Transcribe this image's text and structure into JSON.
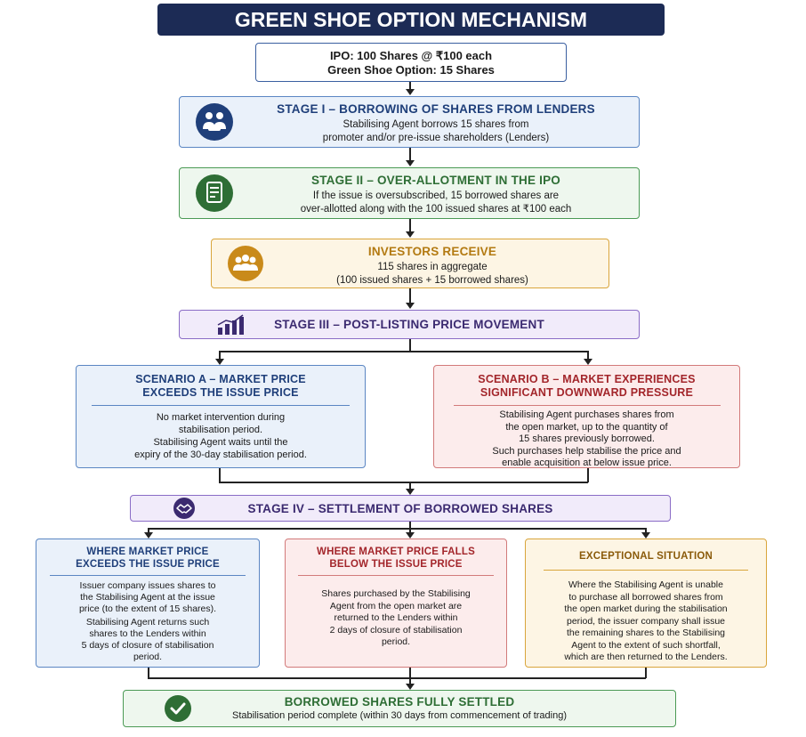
{
  "title": "GREEN SHOE OPTION MECHANISM",
  "ipo": {
    "line1": "IPO: 100 Shares @ ₹100 each",
    "line2": "Green Shoe Option: 15 Shares"
  },
  "stage1": {
    "heading": "STAGE I – BORROWING OF SHARES FROM LENDERS",
    "body1": "Stabilising Agent borrows 15 shares from",
    "body2": "promoter and/or pre-issue shareholders (Lenders)",
    "icon": "people-handshake-icon"
  },
  "stage2": {
    "heading": "STAGE II – OVER-ALLOTMENT IN THE IPO",
    "body1": "If the issue is oversubscribed, 15 borrowed shares are",
    "body2": "over-allotted along with the 100 issued shares at ₹100 each",
    "icon": "document-icon"
  },
  "investors": {
    "heading": "INVESTORS RECEIVE",
    "body1": "115 shares in aggregate",
    "body2": "(100 issued shares + 15 borrowed shares)",
    "icon": "group-icon"
  },
  "stage3": {
    "heading": "STAGE III – POST-LISTING PRICE MOVEMENT",
    "icon": "bar-chart-icon"
  },
  "scenarioA": {
    "heading1": "SCENARIO A – MARKET PRICE",
    "heading2": "EXCEEDS THE ISSUE PRICE",
    "body": [
      "No market intervention during",
      "stabilisation period.",
      "Stabilising Agent waits until the",
      "expiry of the 30-day stabilisation period."
    ]
  },
  "scenarioB": {
    "heading1": "SCENARIO B – MARKET EXPERIENCES",
    "heading2": "SIGNIFICANT DOWNWARD PRESSURE",
    "body": [
      "Stabilising Agent purchases shares from",
      "the open market, up to the quantity of",
      "15 shares previously borrowed.",
      "Such purchases help stabilise the price and",
      "enable acquisition at below issue price."
    ]
  },
  "stage4": {
    "heading": "STAGE IV – SETTLEMENT OF BORROWED SHARES",
    "icon": "handshake-icon"
  },
  "case1": {
    "heading1": "WHERE MARKET PRICE",
    "heading2": "EXCEEDS THE ISSUE PRICE",
    "body": [
      "Issuer company issues shares to",
      "the Stabilising Agent at the issue",
      "price (to the extent of 15 shares).",
      "Stabilising Agent returns such",
      "shares to the Lenders within",
      "5 days of closure of stabilisation",
      "period."
    ]
  },
  "case2": {
    "heading1": "WHERE MARKET PRICE FALLS",
    "heading2": "BELOW THE ISSUE PRICE",
    "body": [
      "Shares purchased by the Stabilising",
      "Agent from the open market are",
      "returned to the Lenders within",
      "2 days of closure of stabilisation",
      "period."
    ]
  },
  "case3": {
    "heading1": "EXCEPTIONAL SITUATION",
    "body": [
      "Where the Stabilising Agent is unable",
      "to purchase all borrowed shares from",
      "the open market during the stabilisation",
      "period, the issuer company shall issue",
      "the remaining shares to the Stabilising",
      "Agent to the extent of such shortfall,",
      "which are then returned to the Lenders."
    ]
  },
  "final": {
    "heading": "BORROWED SHARES FULLY SETTLED",
    "body": "Stabilisation period complete (within 30 days from commencement of trading)",
    "icon": "check-icon"
  },
  "colors": {
    "navy": "#1c2b55",
    "blue": "#1f3f7a",
    "green": "#2e6e35",
    "gold": "#b37a12",
    "red": "#a3262b",
    "purple": "#3b2a70"
  }
}
